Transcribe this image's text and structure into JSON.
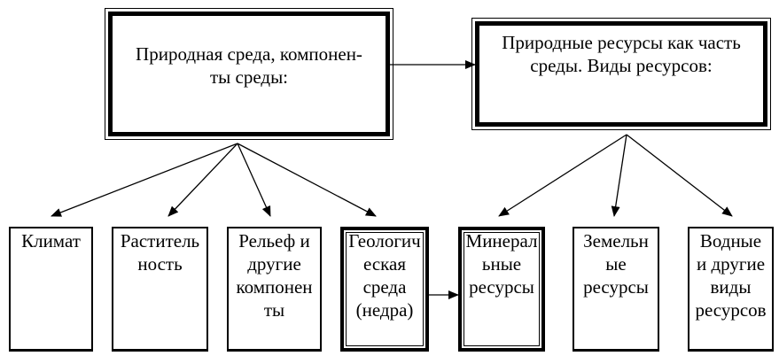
{
  "top_left": {
    "text": "Природная среда, компонен-\nты среды:"
  },
  "top_right": {
    "text": "Природные ресурсы как часть\nсреды. Виды ресурсов:"
  },
  "components": [
    {
      "text": "Климат"
    },
    {
      "text": "Раститель\nность"
    },
    {
      "text": "Рельеф и\nдругие\nкомпонен\nты"
    },
    {
      "text": "Геологич\nеская\nсреда\n(недра)"
    }
  ],
  "resources": [
    {
      "text": "Минерал\nьные\nресурсы"
    },
    {
      "text": "Земельн\nые\nресурсы"
    },
    {
      "text": "Водные\nи другие\nвиды\nресурсов"
    }
  ]
}
